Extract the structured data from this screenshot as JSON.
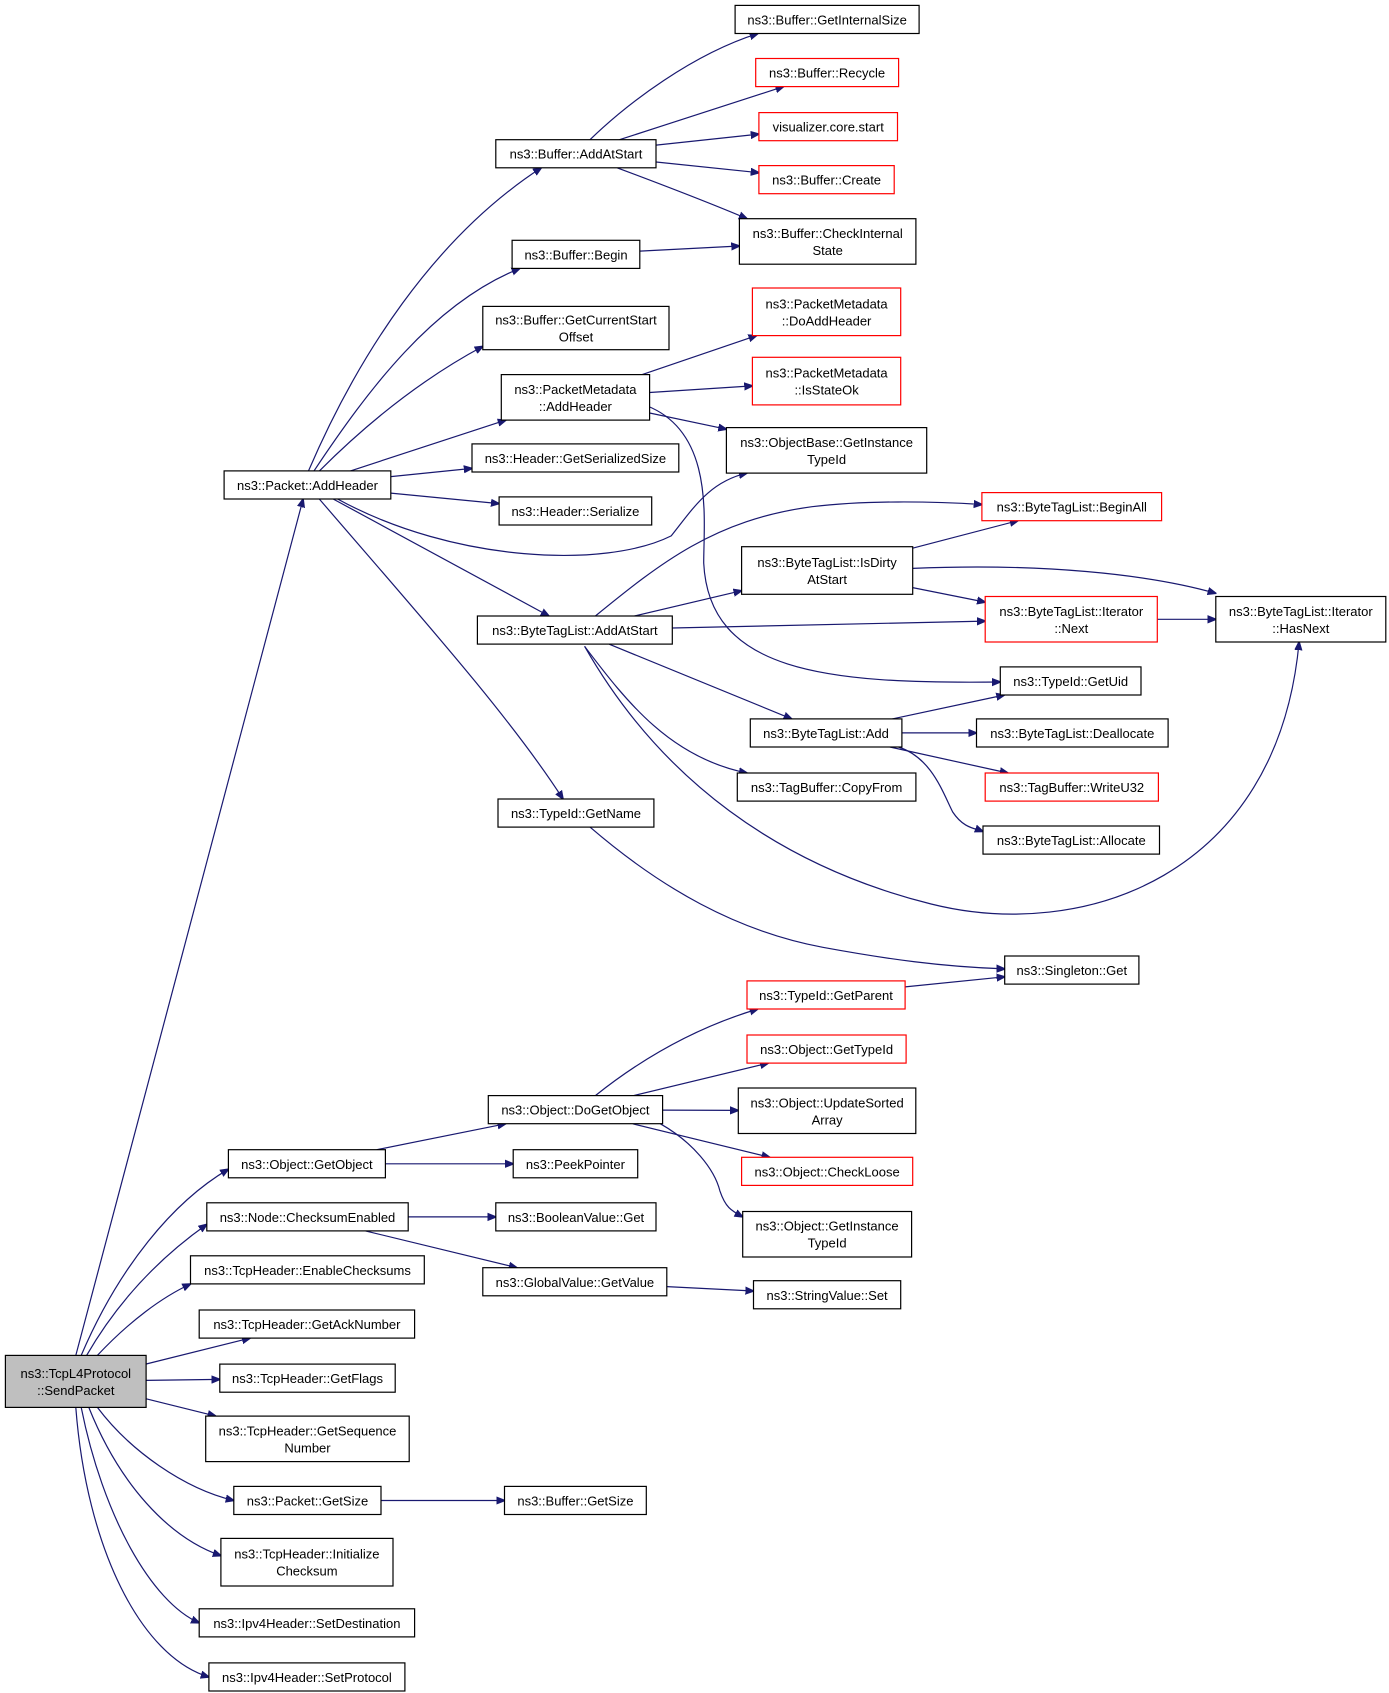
{
  "nodes": [
    {
      "id": "root",
      "lines": [
        "ns3::TcpL4Protocol",
        "::SendPacket"
      ],
      "style": "root"
    },
    {
      "id": "addHeader",
      "lines": [
        "ns3::Packet::AddHeader"
      ]
    },
    {
      "id": "bufAddAtStart",
      "lines": [
        "ns3::Buffer::AddAtStart"
      ]
    },
    {
      "id": "bufGetInternalSize",
      "lines": [
        "ns3::Buffer::GetInternalSize"
      ]
    },
    {
      "id": "bufRecycle",
      "lines": [
        "ns3::Buffer::Recycle"
      ],
      "style": "red"
    },
    {
      "id": "vizStart",
      "lines": [
        "visualizer.core.start"
      ],
      "style": "red"
    },
    {
      "id": "bufCreate",
      "lines": [
        "ns3::Buffer::Create"
      ],
      "style": "red"
    },
    {
      "id": "bufCheckInternal",
      "lines": [
        "ns3::Buffer::CheckInternal",
        "State"
      ]
    },
    {
      "id": "bufBegin",
      "lines": [
        "ns3::Buffer::Begin"
      ]
    },
    {
      "id": "bufGetCurrentStart",
      "lines": [
        "ns3::Buffer::GetCurrentStart",
        "Offset"
      ]
    },
    {
      "id": "pmDoAddHeader",
      "lines": [
        "ns3::PacketMetadata",
        "::DoAddHeader"
      ],
      "style": "red"
    },
    {
      "id": "pmAddHeader",
      "lines": [
        "ns3::PacketMetadata",
        "::AddHeader"
      ]
    },
    {
      "id": "pmIsStateOk",
      "lines": [
        "ns3::PacketMetadata",
        "::IsStateOk"
      ],
      "style": "red"
    },
    {
      "id": "obGetInstanceTypeId",
      "lines": [
        "ns3::ObjectBase::GetInstance",
        "TypeId"
      ]
    },
    {
      "id": "hdrGetSerializedSize",
      "lines": [
        "ns3::Header::GetSerializedSize"
      ]
    },
    {
      "id": "hdrSerialize",
      "lines": [
        "ns3::Header::Serialize"
      ]
    },
    {
      "id": "btlBeginAll",
      "lines": [
        "ns3::ByteTagList::BeginAll"
      ],
      "style": "red"
    },
    {
      "id": "btlIsDirty",
      "lines": [
        "ns3::ByteTagList::IsDirty",
        "AtStart"
      ]
    },
    {
      "id": "btlIterNext",
      "lines": [
        "ns3::ByteTagList::Iterator",
        "::Next"
      ],
      "style": "red"
    },
    {
      "id": "btlIterHasNext",
      "lines": [
        "ns3::ByteTagList::Iterator",
        "::HasNext"
      ]
    },
    {
      "id": "btlAddAtStart",
      "lines": [
        "ns3::ByteTagList::AddAtStart"
      ]
    },
    {
      "id": "typeIdGetUid",
      "lines": [
        "ns3::TypeId::GetUid"
      ]
    },
    {
      "id": "btlAdd",
      "lines": [
        "ns3::ByteTagList::Add"
      ]
    },
    {
      "id": "btlDeallocate",
      "lines": [
        "ns3::ByteTagList::Deallocate"
      ]
    },
    {
      "id": "tbCopyFrom",
      "lines": [
        "ns3::TagBuffer::CopyFrom"
      ]
    },
    {
      "id": "tbWriteU32",
      "lines": [
        "ns3::TagBuffer::WriteU32"
      ],
      "style": "red"
    },
    {
      "id": "btlAllocate",
      "lines": [
        "ns3::ByteTagList::Allocate"
      ]
    },
    {
      "id": "typeIdGetName",
      "lines": [
        "ns3::TypeId::GetName"
      ]
    },
    {
      "id": "singletonGet",
      "lines": [
        "ns3::Singleton::Get"
      ]
    },
    {
      "id": "typeIdGetParent",
      "lines": [
        "ns3::TypeId::GetParent"
      ],
      "style": "red"
    },
    {
      "id": "objGetTypeId",
      "lines": [
        "ns3::Object::GetTypeId"
      ],
      "style": "red"
    },
    {
      "id": "objDoGetObject",
      "lines": [
        "ns3::Object::DoGetObject"
      ]
    },
    {
      "id": "objUpdateSorted",
      "lines": [
        "ns3::Object::UpdateSorted",
        "Array"
      ]
    },
    {
      "id": "objGetObject",
      "lines": [
        "ns3::Object::GetObject"
      ]
    },
    {
      "id": "peekPointer",
      "lines": [
        "ns3::PeekPointer"
      ]
    },
    {
      "id": "objCheckLoose",
      "lines": [
        "ns3::Object::CheckLoose"
      ],
      "style": "red"
    },
    {
      "id": "nodeChecksumEnabled",
      "lines": [
        "ns3::Node::ChecksumEnabled"
      ]
    },
    {
      "id": "boolGet",
      "lines": [
        "ns3::BooleanValue::Get"
      ]
    },
    {
      "id": "objGetInstanceTypeId",
      "lines": [
        "ns3::Object::GetInstance",
        "TypeId"
      ]
    },
    {
      "id": "tcpEnableChecksums",
      "lines": [
        "ns3::TcpHeader::EnableChecksums"
      ]
    },
    {
      "id": "gvGetValue",
      "lines": [
        "ns3::GlobalValue::GetValue"
      ]
    },
    {
      "id": "svSet",
      "lines": [
        "ns3::StringValue::Set"
      ]
    },
    {
      "id": "tcpGetAckNumber",
      "lines": [
        "ns3::TcpHeader::GetAckNumber"
      ]
    },
    {
      "id": "tcpGetFlags",
      "lines": [
        "ns3::TcpHeader::GetFlags"
      ]
    },
    {
      "id": "tcpGetSeqNumber",
      "lines": [
        "ns3::TcpHeader::GetSequence",
        "Number"
      ]
    },
    {
      "id": "pktGetSize",
      "lines": [
        "ns3::Packet::GetSize"
      ]
    },
    {
      "id": "bufGetSize",
      "lines": [
        "ns3::Buffer::GetSize"
      ]
    },
    {
      "id": "tcpInitChecksum",
      "lines": [
        "ns3::TcpHeader::Initialize",
        "Checksum"
      ]
    },
    {
      "id": "ipv4SetDestination",
      "lines": [
        "ns3::Ipv4Header::SetDestination"
      ]
    },
    {
      "id": "ipv4SetProtocol",
      "lines": [
        "ns3::Ipv4Header::SetProtocol"
      ]
    }
  ],
  "edges": [
    [
      "root",
      "addHeader"
    ],
    [
      "root",
      "objGetObject"
    ],
    [
      "root",
      "nodeChecksumEnabled"
    ],
    [
      "root",
      "tcpEnableChecksums"
    ],
    [
      "root",
      "tcpGetAckNumber"
    ],
    [
      "root",
      "tcpGetFlags"
    ],
    [
      "root",
      "tcpGetSeqNumber"
    ],
    [
      "root",
      "pktGetSize"
    ],
    [
      "root",
      "tcpInitChecksum"
    ],
    [
      "root",
      "ipv4SetDestination"
    ],
    [
      "root",
      "ipv4SetProtocol"
    ],
    [
      "addHeader",
      "bufAddAtStart"
    ],
    [
      "addHeader",
      "bufBegin"
    ],
    [
      "addHeader",
      "bufGetCurrentStart"
    ],
    [
      "addHeader",
      "pmAddHeader"
    ],
    [
      "addHeader",
      "hdrGetSerializedSize"
    ],
    [
      "addHeader",
      "hdrSerialize"
    ],
    [
      "addHeader",
      "obGetInstanceTypeId"
    ],
    [
      "addHeader",
      "btlAddAtStart"
    ],
    [
      "addHeader",
      "typeIdGetName"
    ],
    [
      "bufAddAtStart",
      "bufGetInternalSize"
    ],
    [
      "bufAddAtStart",
      "bufRecycle"
    ],
    [
      "bufAddAtStart",
      "vizStart"
    ],
    [
      "bufAddAtStart",
      "bufCreate"
    ],
    [
      "bufAddAtStart",
      "bufCheckInternal"
    ],
    [
      "bufBegin",
      "bufCheckInternal"
    ],
    [
      "pmAddHeader",
      "pmDoAddHeader"
    ],
    [
      "pmAddHeader",
      "pmIsStateOk"
    ],
    [
      "pmAddHeader",
      "obGetInstanceTypeId"
    ],
    [
      "pmAddHeader",
      "typeIdGetUid"
    ],
    [
      "btlAddAtStart",
      "btlBeginAll"
    ],
    [
      "btlAddAtStart",
      "btlIsDirty"
    ],
    [
      "btlAddAtStart",
      "btlIterNext"
    ],
    [
      "btlAddAtStart",
      "btlAdd"
    ],
    [
      "btlAddAtStart",
      "tbCopyFrom"
    ],
    [
      "btlAddAtStart",
      "btlIterHasNext"
    ],
    [
      "btlIsDirty",
      "btlBeginAll"
    ],
    [
      "btlIsDirty",
      "btlIterNext"
    ],
    [
      "btlIsDirty",
      "btlIterHasNext"
    ],
    [
      "btlIterNext",
      "btlIterHasNext"
    ],
    [
      "btlAdd",
      "typeIdGetUid"
    ],
    [
      "btlAdd",
      "btlDeallocate"
    ],
    [
      "btlAdd",
      "tbWriteU32"
    ],
    [
      "btlAdd",
      "btlAllocate"
    ],
    [
      "typeIdGetName",
      "singletonGet"
    ],
    [
      "typeIdGetParent",
      "singletonGet"
    ],
    [
      "objDoGetObject",
      "typeIdGetParent"
    ],
    [
      "objDoGetObject",
      "objGetTypeId"
    ],
    [
      "objDoGetObject",
      "objUpdateSorted"
    ],
    [
      "objDoGetObject",
      "objCheckLoose"
    ],
    [
      "objDoGetObject",
      "objGetInstanceTypeId"
    ],
    [
      "objGetObject",
      "objDoGetObject"
    ],
    [
      "objGetObject",
      "peekPointer"
    ],
    [
      "nodeChecksumEnabled",
      "boolGet"
    ],
    [
      "nodeChecksumEnabled",
      "gvGetValue"
    ],
    [
      "gvGetValue",
      "svSet"
    ],
    [
      "pktGetSize",
      "bufGetSize"
    ]
  ]
}
